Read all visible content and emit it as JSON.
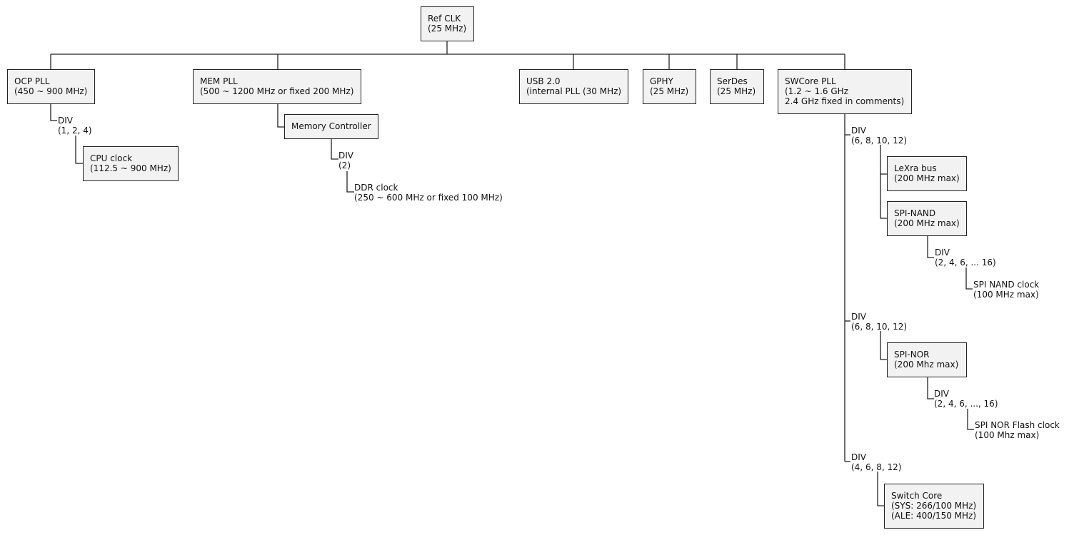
{
  "root": {
    "title": "Ref CLK",
    "sub": "(25 MHz)"
  },
  "ocp": {
    "pll": {
      "title": "OCP PLL",
      "sub": "(450 ~ 900 MHz)"
    },
    "div": {
      "title": "DIV",
      "sub": "(1, 2, 4)"
    },
    "cpu": {
      "title": "CPU clock",
      "sub": "(112.5 ~ 900 MHz)"
    }
  },
  "mem": {
    "pll": {
      "title": "MEM PLL",
      "sub": "(500 ~ 1200 MHz or fixed 200 MHz)"
    },
    "controller": {
      "title": "Memory Controller"
    },
    "div": {
      "title": "DIV",
      "sub": "(2)"
    },
    "ddr": {
      "title": "DDR clock",
      "sub": "(250 ~ 600 MHz or fixed 100 MHz)"
    }
  },
  "usb": {
    "title": "USB 2.0",
    "sub": "(internal PLL (30 MHz)"
  },
  "gphy": {
    "title": "GPHY",
    "sub": "(25 MHz)"
  },
  "serdes": {
    "title": "SerDes",
    "sub": "(25 MHz)"
  },
  "swcore": {
    "pll": {
      "title": "SWCore PLL",
      "sub": "(1.2 ~ 1.6 GHz",
      "sub2": "2.4 GHz fixed in comments)"
    },
    "div1": {
      "title": "DIV",
      "sub": "(6, 8, 10, 12)"
    },
    "lexra": {
      "title": "LeXra bus",
      "sub": "(200 MHz max)"
    },
    "spinand": {
      "title": "SPI-NAND",
      "sub": "(200 MHz max)"
    },
    "div_nand": {
      "title": "DIV",
      "sub": "(2, 4, 6, ... 16)"
    },
    "nand_clock": {
      "title": "SPI NAND clock",
      "sub": "(100 MHz max)"
    },
    "div2": {
      "title": "DIV",
      "sub": "(6, 8, 10, 12)"
    },
    "spinor": {
      "title": "SPI-NOR",
      "sub": "(200 Mhz max)"
    },
    "div_nor": {
      "title": "DIV",
      "sub": "(2, 4, 6, ..., 16)"
    },
    "nor_clock": {
      "title": "SPI NOR Flash clock",
      "sub": "(100 Mhz max)"
    },
    "div3": {
      "title": "DIV",
      "sub": "(4, 6, 8, 12)"
    },
    "switch": {
      "title": "Switch Core",
      "sub": "(SYS: 266/100 MHz)",
      "sub2": "(ALE: 400/150 MHz)"
    }
  }
}
